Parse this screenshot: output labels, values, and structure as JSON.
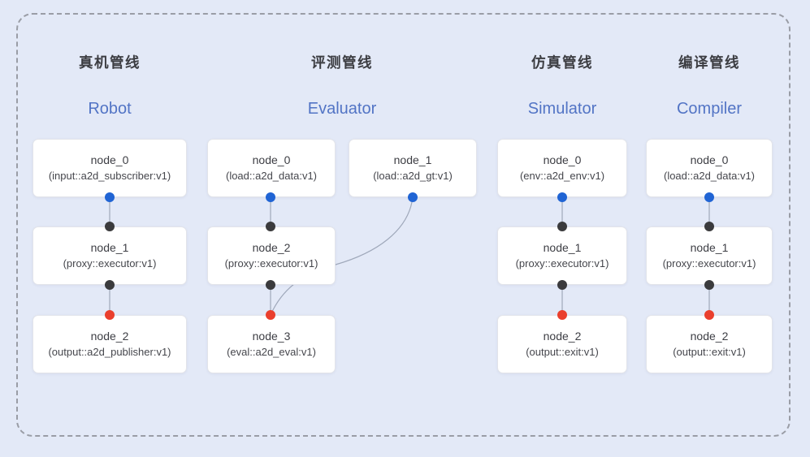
{
  "diagram": {
    "type": "pipeline-node-graph",
    "background_color": "#e3e9f7",
    "frame_style": "dashed-rounded",
    "colors": {
      "frame_dash": "#9a9da6",
      "node_fill": "#ffffff",
      "node_border": "#e2e4ea",
      "title_zh_color": "#3c3d42",
      "title_en_color": "#5274c5",
      "connector_line": "#9fa8ba",
      "port_blue": "#2064d4",
      "port_black": "#3b3b3d",
      "port_red": "#ea3f2d"
    }
  },
  "pipelines": [
    {
      "title_zh": "真机管线",
      "title_en": "Robot",
      "nodes": [
        {
          "name": "node_0",
          "detail": "(input::a2d_subscriber:v1)"
        },
        {
          "name": "node_1",
          "detail": "(proxy::executor:v1)"
        },
        {
          "name": "node_2",
          "detail": "(output::a2d_publisher:v1)"
        }
      ],
      "edges": [
        "node_0 -> node_1",
        "node_1 -> node_2"
      ]
    },
    {
      "title_zh": "评测管线",
      "title_en": "Evaluator",
      "nodes": [
        {
          "name": "node_0",
          "detail": "(load::a2d_data:v1)"
        },
        {
          "name": "node_1",
          "detail": "(load::a2d_gt:v1)"
        },
        {
          "name": "node_2",
          "detail": "(proxy::executor:v1)"
        },
        {
          "name": "node_3",
          "detail": "(eval::a2d_eval:v1)"
        }
      ],
      "edges": [
        "node_0 -> node_2",
        "node_2 -> node_3",
        "node_1 -> node_3"
      ]
    },
    {
      "title_zh": "仿真管线",
      "title_en": "Simulator",
      "nodes": [
        {
          "name": "node_0",
          "detail": "(env::a2d_env:v1)"
        },
        {
          "name": "node_1",
          "detail": "(proxy::executor:v1)"
        },
        {
          "name": "node_2",
          "detail": "(output::exit:v1)"
        }
      ],
      "edges": [
        "node_0 -> node_1",
        "node_1 -> node_2"
      ]
    },
    {
      "title_zh": "编译管线",
      "title_en": "Compiler",
      "nodes": [
        {
          "name": "node_0",
          "detail": "(load::a2d_data:v1)"
        },
        {
          "name": "node_1",
          "detail": "(proxy::executor:v1)"
        },
        {
          "name": "node_2",
          "detail": "(output::exit:v1)"
        }
      ],
      "edges": [
        "node_0 -> node_1",
        "node_1 -> node_2"
      ]
    }
  ]
}
